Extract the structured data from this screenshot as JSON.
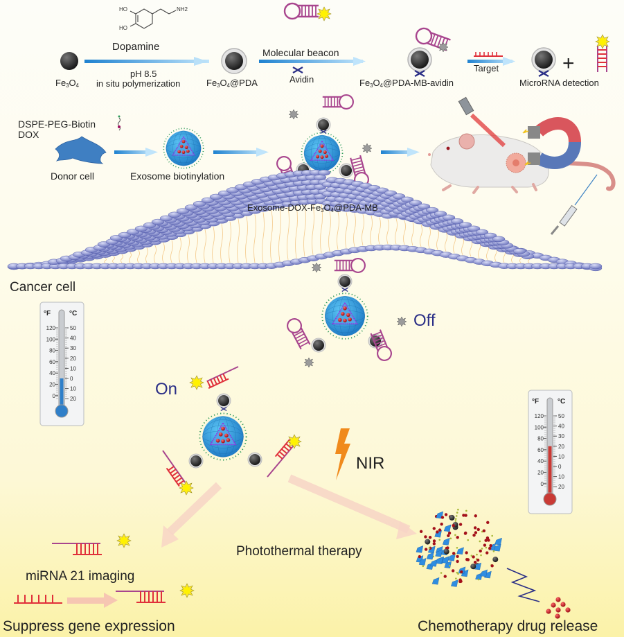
{
  "synthesis": {
    "molecule_name": "Dopamine",
    "molecule_groups": {
      "hydroxyl_1": "HO",
      "hydroxyl_2": "HO",
      "amine": "NH2"
    },
    "step1_condition_1": "pH 8.5",
    "step1_condition_2": "in situ polymerization",
    "fe3o4_label": "Fe3O4",
    "fe3o4_pda_label": "Fe3O4@PDA",
    "step2_top": "Molecular beacon",
    "step2_bottom": "Avidin",
    "mb_avidin_label": "Fe3O4@PDA-MB-avidin",
    "step3_label": "Target",
    "plus": "+",
    "detection_label": "MicroRNA detection"
  },
  "preparation": {
    "reagent_1": "DSPE-PEG-Biotin",
    "reagent_2": "DOX",
    "donor_cell": "Donor cell",
    "exosome_step": "Exosome biotinylation",
    "complex_label": "Exosome-DOX-Fe3O4@PDA-MB"
  },
  "cell": {
    "label": "Cancer cell",
    "off_state": "Off",
    "on_state": "On",
    "nir_label": "NIR"
  },
  "thermometers": [
    {
      "name": "before",
      "f_ticks": [
        "120",
        "100",
        "80",
        "60",
        "40",
        "20",
        "0"
      ],
      "c_ticks": [
        "50",
        "40",
        "30",
        "20",
        "10",
        "0",
        "10",
        "20"
      ],
      "f_unit": "°F",
      "c_unit": "°C",
      "level_celsius": 0,
      "color": "#2f7fc9"
    },
    {
      "name": "after",
      "f_ticks": [
        "120",
        "100",
        "80",
        "60",
        "40",
        "20",
        "0"
      ],
      "c_ticks": [
        "50",
        "40",
        "30",
        "20",
        "10",
        "0",
        "10",
        "20"
      ],
      "f_unit": "°F",
      "c_unit": "°C",
      "level_celsius": 20,
      "color": "#c93a35"
    }
  ],
  "outcomes": {
    "imaging": "miRNA 21  imaging",
    "suppress": "Suppress gene expression",
    "photothermal": "Photothermal therapy",
    "chemo": "Chemotherapy drug release"
  },
  "colors": {
    "arrow_blue": "#2f8fd8",
    "beacon_purple": "#a8458e",
    "target_red": "#e0303a",
    "avidin_navy": "#2a2e86",
    "exosome_blue": "#2aa0e0",
    "nir_orange": "#f08a1c",
    "pink_arrow": "#f7d3c6"
  }
}
